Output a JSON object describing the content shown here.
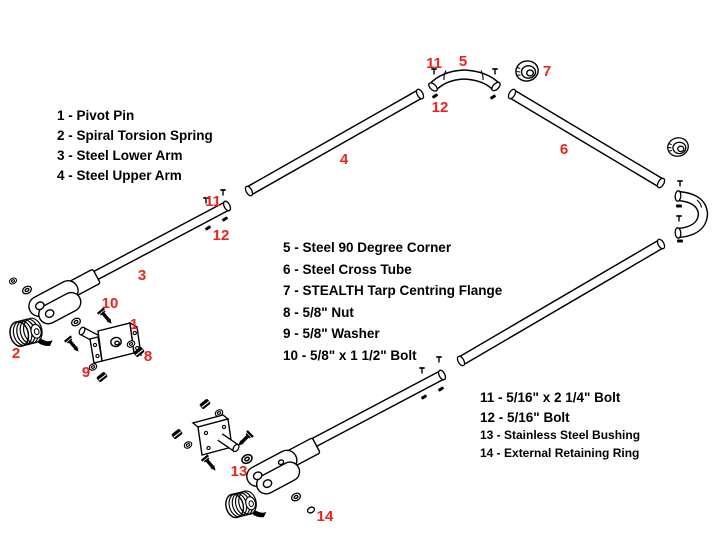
{
  "palette": {
    "label_red": "#e8241c",
    "line_black": "#000000",
    "background": "#ffffff"
  },
  "legend": {
    "group1": [
      "1 - Pivot Pin",
      "2 - Spiral Torsion Spring",
      "3 - Steel Lower Arm",
      "4 - Steel Upper Arm"
    ],
    "group2": [
      "5 - Steel 90 Degree Corner",
      "6 - Steel Cross Tube",
      "7 - STEALTH Tarp Centring Flange",
      "8 - 5/8\" Nut",
      "9 - 5/8\" Washer",
      "10 - 5/8\" x 1 1/2\" Bolt"
    ],
    "group3": [
      "11 - 5/16\" x 2 1/4\" Bolt",
      "12 - 5/16\" Bolt",
      "13 - Stainless Steel Bushing",
      "14 - External Retaining Ring"
    ]
  },
  "callouts": {
    "pivot_pin": "1",
    "spring": "2",
    "lower_arm": "3",
    "upper_arm": "4",
    "corner": "5",
    "cross_tube": "6",
    "flange": "7",
    "nut": "8",
    "washer": "9",
    "bolt_10": "10",
    "bolt_11_corner": "11",
    "bolt_12_corner": "12",
    "bolt_11_arm": "11",
    "bolt_12_arm": "12",
    "bushing": "13",
    "retaining_ring": "14"
  }
}
